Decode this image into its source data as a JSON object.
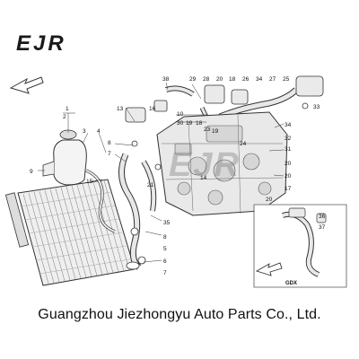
{
  "logo": {
    "text": "EJR",
    "color": "#1a1a1a"
  },
  "watermark": {
    "text": "EJR"
  },
  "inset": {
    "tag": "GDX"
  },
  "company": {
    "name": "Guangzhou Jiezhongyu Auto Parts Co., Ltd."
  },
  "part_labels": [
    {
      "id": "label-1",
      "text": "1"
    },
    {
      "id": "label-2",
      "text": "2"
    },
    {
      "id": "label-3",
      "text": "3"
    },
    {
      "id": "label-4",
      "text": "4"
    },
    {
      "id": "label-9",
      "text": "9"
    },
    {
      "id": "label-15",
      "text": "15"
    },
    {
      "id": "label-13",
      "text": "13"
    },
    {
      "id": "label-16",
      "text": "16"
    },
    {
      "id": "label-8",
      "text": "8"
    },
    {
      "id": "label-7a",
      "text": "7"
    },
    {
      "id": "label-21",
      "text": "21"
    },
    {
      "id": "label-38",
      "text": "38"
    },
    {
      "id": "label-10",
      "text": "10"
    },
    {
      "id": "label-30",
      "text": "30"
    },
    {
      "id": "label-19a",
      "text": "19"
    },
    {
      "id": "label-18a",
      "text": "18"
    },
    {
      "id": "label-29",
      "text": "29"
    },
    {
      "id": "label-28",
      "text": "28"
    },
    {
      "id": "label-20a",
      "text": "20"
    },
    {
      "id": "label-18b",
      "text": "18"
    },
    {
      "id": "label-26",
      "text": "26"
    },
    {
      "id": "label-34a",
      "text": "34"
    },
    {
      "id": "label-27",
      "text": "27"
    },
    {
      "id": "label-25",
      "text": "25"
    },
    {
      "id": "label-33",
      "text": "33"
    },
    {
      "id": "label-23",
      "text": "23"
    },
    {
      "id": "label-19b",
      "text": "19"
    },
    {
      "id": "label-34b",
      "text": "34"
    },
    {
      "id": "label-32",
      "text": "32"
    },
    {
      "id": "label-24",
      "text": "24"
    },
    {
      "id": "label-31",
      "text": "31"
    },
    {
      "id": "label-14",
      "text": "14"
    },
    {
      "id": "label-20b",
      "text": "20"
    },
    {
      "id": "label-20c",
      "text": "20"
    },
    {
      "id": "label-17",
      "text": "17"
    },
    {
      "id": "label-20d",
      "text": "20"
    },
    {
      "id": "label-35",
      "text": "35"
    },
    {
      "id": "label-8b",
      "text": "8"
    },
    {
      "id": "label-5",
      "text": "5"
    },
    {
      "id": "label-6",
      "text": "6"
    },
    {
      "id": "label-7b",
      "text": "7"
    },
    {
      "id": "label-36",
      "text": "36"
    },
    {
      "id": "label-37",
      "text": "37"
    }
  ],
  "colors": {
    "line": "#333333",
    "part_fill": "#f2f2f2",
    "shade": "#c8c8c8"
  }
}
